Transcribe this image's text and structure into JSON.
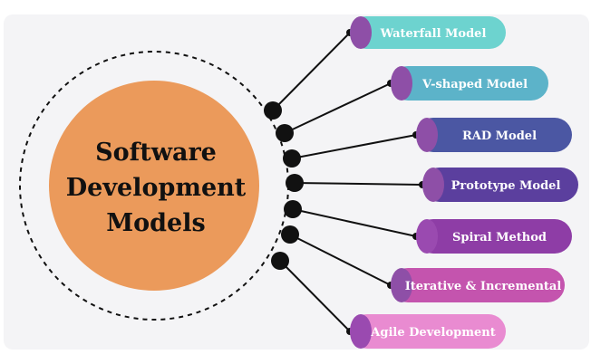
{
  "diagram": {
    "center": {
      "lines": [
        "Software",
        "Development",
        "Models"
      ],
      "fill": "#eb9a5b"
    },
    "models": [
      {
        "label": "Waterfall Model",
        "color": "#6dd3cf",
        "cap": "#8e4fa7",
        "text_color": "#1a1a1a"
      },
      {
        "label": "V-shaped Model",
        "color": "#5cb3c9",
        "cap": "#8e4fa7",
        "text_color": "#ffffff"
      },
      {
        "label": "RAD Model",
        "color": "#4b57a3",
        "cap": "#8e4fa7",
        "text_color": "#ffffff"
      },
      {
        "label": "Prototype Model",
        "color": "#5b3f9e",
        "cap": "#8e4fa7",
        "text_color": "#ffffff"
      },
      {
        "label": "Spiral Method",
        "color": "#8e3da6",
        "cap": "#9a4ab0",
        "text_color": "#ffffff"
      },
      {
        "label": "Iterative & Incremental",
        "color": "#c454ae",
        "cap": "#8e4fa7",
        "text_color": "#ffffff"
      },
      {
        "label": "Agile Development",
        "color": "#e98bd1",
        "cap": "#9a4ab0",
        "text_color": "#1a1a1a"
      }
    ]
  }
}
